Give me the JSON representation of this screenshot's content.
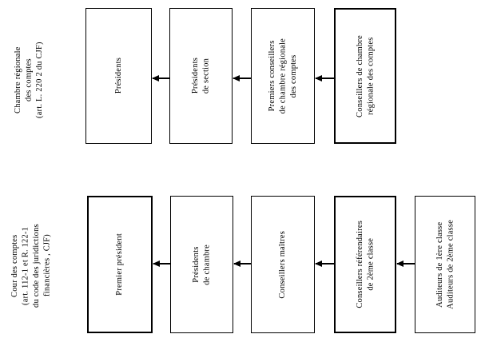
{
  "document": {
    "title": "Organigramme des juridictions financieres",
    "background_color": "#ffffff",
    "line_color": "#000000"
  },
  "sections": [
    {
      "id": "chambre-regionale",
      "title": "Chambre régionale\ndes comptes\n(art. L. 220 2 du CJF)",
      "nodes": [
        {
          "id": "presidents",
          "label": "Présidents",
          "emphasis": "normal"
        },
        {
          "id": "presidents-de-section",
          "label": "Présidents\nde section",
          "emphasis": "normal"
        },
        {
          "id": "premiers-conseillers",
          "label": "Premiers conseillers\nde chambre régionale\ndes comptes",
          "emphasis": "normal"
        },
        {
          "id": "conseillers-crc",
          "label": "Conseillers de chambre\nrégionale des comptes",
          "emphasis": "bold"
        }
      ],
      "arrows": [
        {
          "from": "presidents-de-section",
          "to": "presidents"
        },
        {
          "from": "premiers-conseillers",
          "to": "presidents-de-section"
        },
        {
          "from": "conseillers-crc",
          "to": "premiers-conseillers"
        }
      ]
    },
    {
      "id": "cour-des-comptes",
      "title": "Cour des comptes\n(art. 112-1 et R. 122-1\ndu code des juridictions\nfinancières , CJF)",
      "nodes": [
        {
          "id": "premier-president",
          "label": "Premier président",
          "emphasis": "bold-left"
        },
        {
          "id": "presidents-de-chambre",
          "label": "Présidents\nde chambre",
          "emphasis": "normal"
        },
        {
          "id": "conseillers-maitres",
          "label": "Conseillers maîtres",
          "emphasis": "normal"
        },
        {
          "id": "conseillers-referendaires",
          "label": "Conseillers référendaires\nde 2ème classe",
          "emphasis": "bold"
        },
        {
          "id": "auditeurs",
          "label": "Auditeurs de 1ère classe\nAuditeurs de 2ème classe",
          "emphasis": "normal"
        }
      ],
      "arrows": [
        {
          "from": "presidents-de-chambre",
          "to": "premier-president"
        },
        {
          "from": "conseillers-maitres",
          "to": "presidents-de-chambre"
        },
        {
          "from": "conseillers-referendaires",
          "to": "conseillers-maitres"
        },
        {
          "from": "auditeurs",
          "to": "conseillers-referendaires"
        }
      ]
    }
  ]
}
